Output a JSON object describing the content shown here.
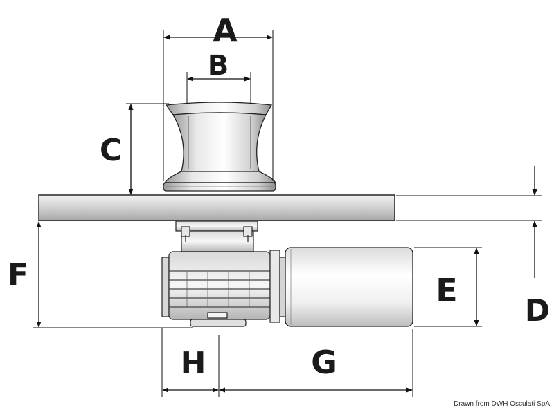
{
  "labels": {
    "a": "A",
    "b": "B",
    "c": "C",
    "d": "D",
    "e": "E",
    "f": "F",
    "g": "G",
    "h": "H"
  },
  "credit": "Drawn from DWH Osculati SpA"
}
